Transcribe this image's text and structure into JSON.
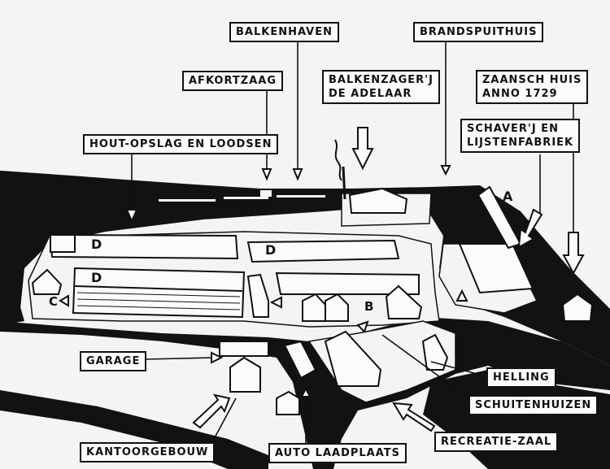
{
  "labels": {
    "balkenhaven": "BALKENHAVEN",
    "brandspuithuis": "BRANDSPUITHUIS",
    "afkortzaag": "AFKORTZAAG",
    "balkenzagerij_line1": "BALKENZAGER'J",
    "balkenzagerij_line2": "DE ADELAAR",
    "zaansch_line1": "ZAANSCH HUIS",
    "zaansch_line2": "ANNO  1729",
    "schaverij_line1": "SCHAVER'J EN",
    "schaverij_line2": "LIJSTENFABRIEK",
    "houtopslag": "HOUT-OPSLAG EN LOODSEN",
    "garage": "GARAGE",
    "helling": "HELLING",
    "schuitenhuizen": "SCHUITENHUIZEN",
    "recreatiezaal": "RECREATIE-ZAAL",
    "kantoorgebouw": "KANTOORGEBOUW",
    "autolaadplaats": "AUTO LAADPLAATS"
  },
  "map_letters": {
    "a": "A",
    "b": "B",
    "c": "C",
    "d": "D"
  },
  "colors": {
    "ink": "#111111",
    "paper": "#f4f4f4"
  }
}
